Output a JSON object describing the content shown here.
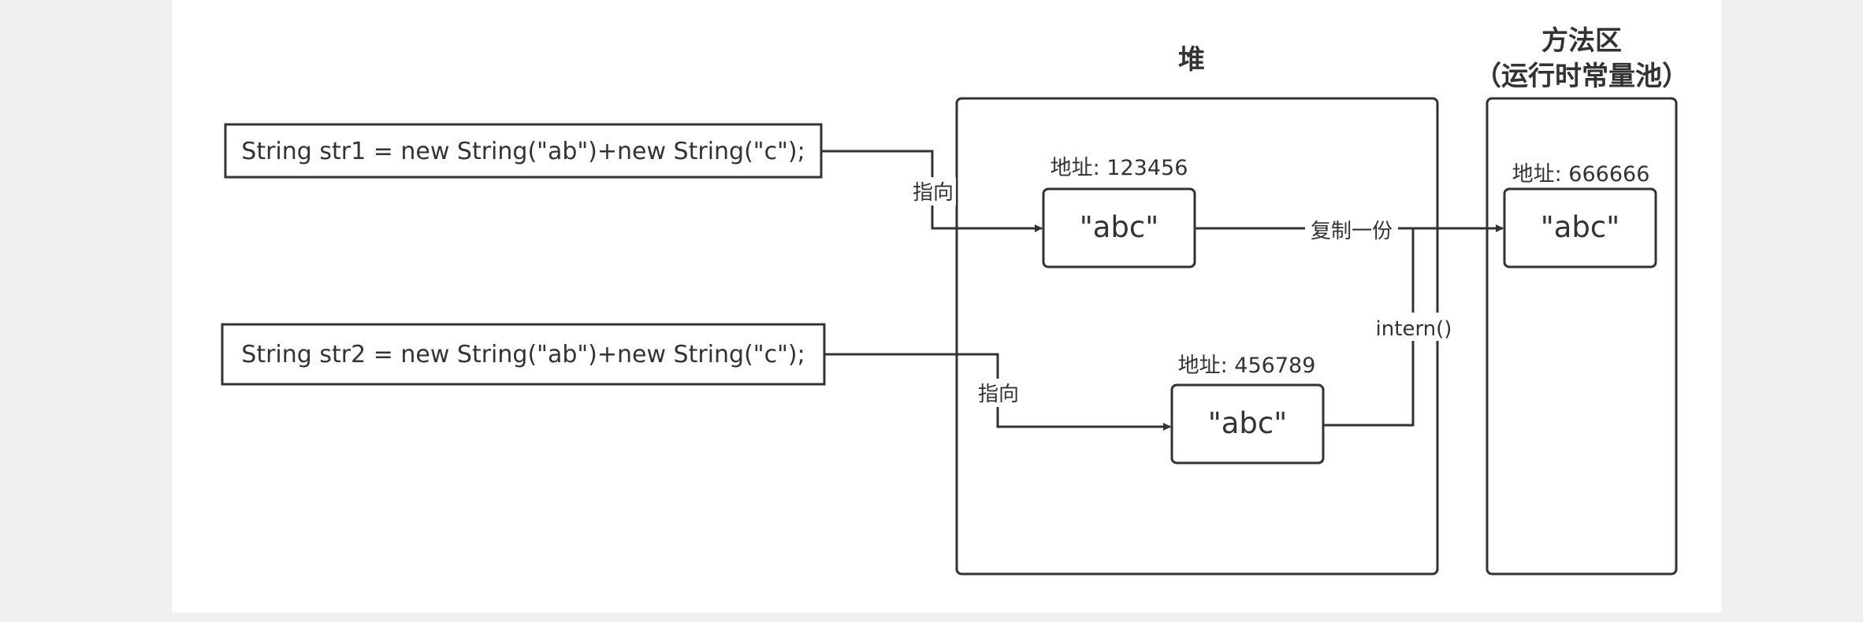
{
  "diagram": {
    "heap_title": "堆",
    "method_area_title_line1": "方法区",
    "method_area_title_line2": "（运行时常量池）",
    "code_line1": "String str1 = new String(\"ab\")+new String(\"c\");",
    "code_line2": "String str2 = new String(\"ab\")+new String(\"c\");",
    "heap_obj1": {
      "address": "地址: 123456",
      "value": "\"abc\""
    },
    "heap_obj2": {
      "address": "地址: 456789",
      "value": "\"abc\""
    },
    "pool_obj": {
      "address": "地址: 666666",
      "value": "\"abc\""
    },
    "edge_point1": "指向",
    "edge_point2": "指向",
    "edge_copy": "复制一份",
    "edge_intern": "intern()"
  },
  "colors": {
    "stroke": "#333333",
    "grid_major": "#dcdcdc",
    "grid_minor": "#eeeeee",
    "background": "#ffffff"
  }
}
